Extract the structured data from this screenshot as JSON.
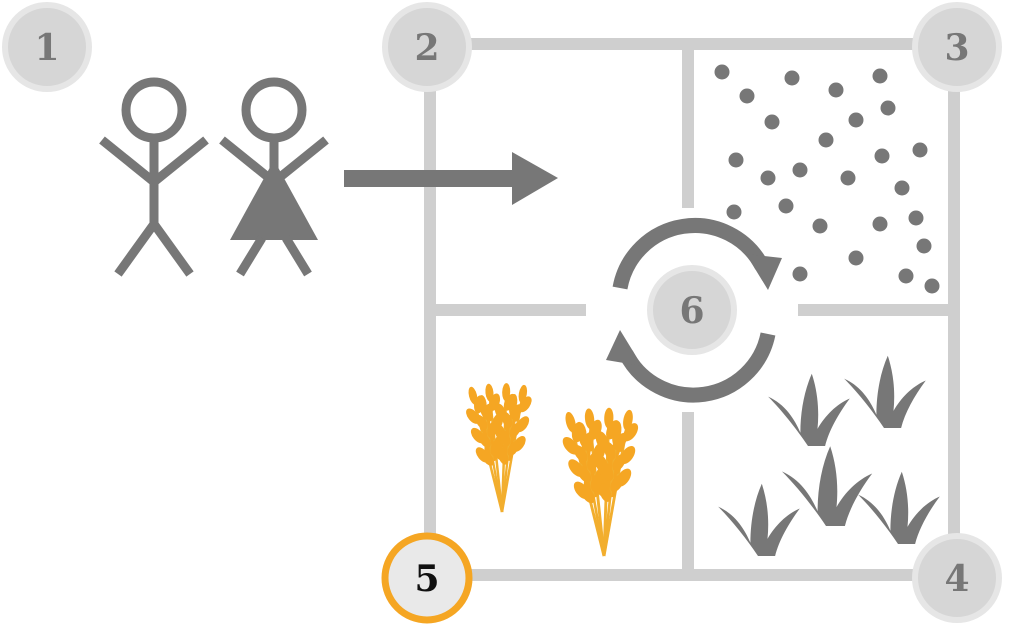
{
  "steps": [
    {
      "id": 1,
      "label": "1",
      "state": "inactive"
    },
    {
      "id": 2,
      "label": "2",
      "state": "inactive"
    },
    {
      "id": 3,
      "label": "3",
      "state": "inactive"
    },
    {
      "id": 4,
      "label": "4",
      "state": "inactive"
    },
    {
      "id": 5,
      "label": "5",
      "state": "active"
    },
    {
      "id": 6,
      "label": "6",
      "state": "inactive"
    }
  ],
  "icons": {
    "people": "man-and-woman-icon",
    "arrow": "right-arrow-icon",
    "cycle": "rotation-cycle-icon",
    "field_fallow": "seeded-field-dots-icon",
    "field_grain": "wheat-sheaf-icon",
    "field_grass": "grass-tuft-icon"
  },
  "colors": {
    "frame": "#cfcfcf",
    "icon": "#777777",
    "badge_fill": "#d6d6d6",
    "badge_ring": "#e6e6e6",
    "active": "#f5a623",
    "wheat": "#f2ae2e"
  }
}
